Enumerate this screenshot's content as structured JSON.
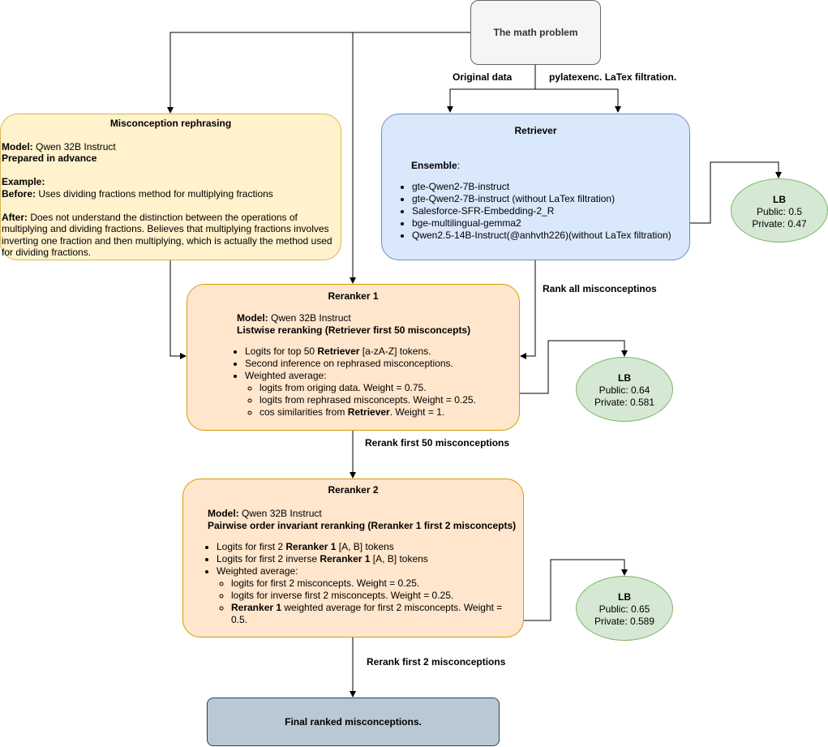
{
  "math_problem": "The math problem",
  "edge_labels": {
    "original": "Original data",
    "latex": "pylatexenc. LaTex filtration.",
    "rank_all": "Rank all misconceptinos",
    "rerank50": "Rerank first 50 misconceptions",
    "rerank2": "Rerank first 2 misconceptions"
  },
  "rephrasing": {
    "title": "Misconception rephrasing",
    "model_label": "Model:",
    "model": " Qwen 32B Instruct",
    "prepared": "Prepared in advance",
    "example": "Example:",
    "before_label": "Before:",
    "before": " Uses dividing fractions method for multiplying fractions",
    "after_label": "After:",
    "after_lines": [
      "  Does not understand the distinction between the operations of",
      "multiplying and dividing fractions. Believes that multiplying fractions involves",
      "inverting one fraction and then multiplying, which is actually the method used",
      "for dividing fractions."
    ]
  },
  "retriever": {
    "title": "Retriever",
    "ensemble_label": "Ensemble",
    "items": [
      "gte-Qwen2-7B-instruct",
      "gte-Qwen2-7B-instruct (without LaTex filtration)",
      "Salesforce-SFR-Embedding-2_R",
      "bge-multilingual-gemma2",
      "Qwen2.5-14B-Instruct(@anhvth226)(without LaTex filtration)"
    ]
  },
  "lb1": {
    "title": "LB",
    "public": "Public: 0.5",
    "private": "Private: 0.47"
  },
  "reranker1": {
    "title": "Reranker 1",
    "model_label": "Model:",
    "model": " Qwen 32B Instruct",
    "mode": "Listwise reranking (Retriever first 50 misconcepts)",
    "b1_pre": "Logits for top 50 ",
    "b1_bold": "Retriever",
    "b1_post": " [a-zA-Z] tokens.",
    "b2": "Second inference on rephrased misconceptions.",
    "b3": "Weighted average:",
    "s1": "logits from origing data. Weight = 0.75.",
    "s2": "logits from rephrased misconcepts. Weight = 0.25.",
    "s3_pre": "cos similarities from ",
    "s3_bold": "Retriever",
    "s3_post": ". Weight = 1."
  },
  "lb2": {
    "title": "LB",
    "public": "Public: 0.64",
    "private": "Private: 0.581"
  },
  "reranker2": {
    "title": "Reranker 2",
    "model_label": "Model:",
    "model": " Qwen 32B Instruct",
    "mode": "Pairwise order invariant reranking (Reranker 1 first 2 misconcepts)",
    "b1_pre": "Logits for first 2 ",
    "b1_bold": "Reranker 1",
    "b1_post": " [A, B] tokens",
    "b2_pre": "Logits for first 2 inverse ",
    "b2_bold": "Reranker 1",
    "b2_post": " [A, B] tokens",
    "b3": "Weighted average:",
    "s1": "logits for first 2 misconcepts. Weight = 0.25.",
    "s2": "logits for inverse first 2 misconcepts. Weight = 0.25.",
    "s3_bold": "Reranker 1",
    "s3_line1": " weighted average for first 2 misconcepts. Weight =",
    "s3_line2": "0.5."
  },
  "lb3": {
    "title": "LB",
    "public": "Public: 0.65",
    "private": "Private: 0.589"
  },
  "final": "Final ranked misconceptions.",
  "colors": {
    "gray_fill": "#f5f5f5",
    "gray_stroke": "#666666",
    "yellow_fill": "#fff2cc",
    "yellow_stroke": "#d6b656",
    "blue_fill": "#dae8fc",
    "blue_stroke": "#6c8ebf",
    "orange_fill": "#ffe6cc",
    "orange_stroke": "#d79b00",
    "green_fill": "#d5e8d4",
    "green_stroke": "#82b366",
    "slate_fill": "#bac8d3",
    "slate_stroke": "#23445d"
  }
}
